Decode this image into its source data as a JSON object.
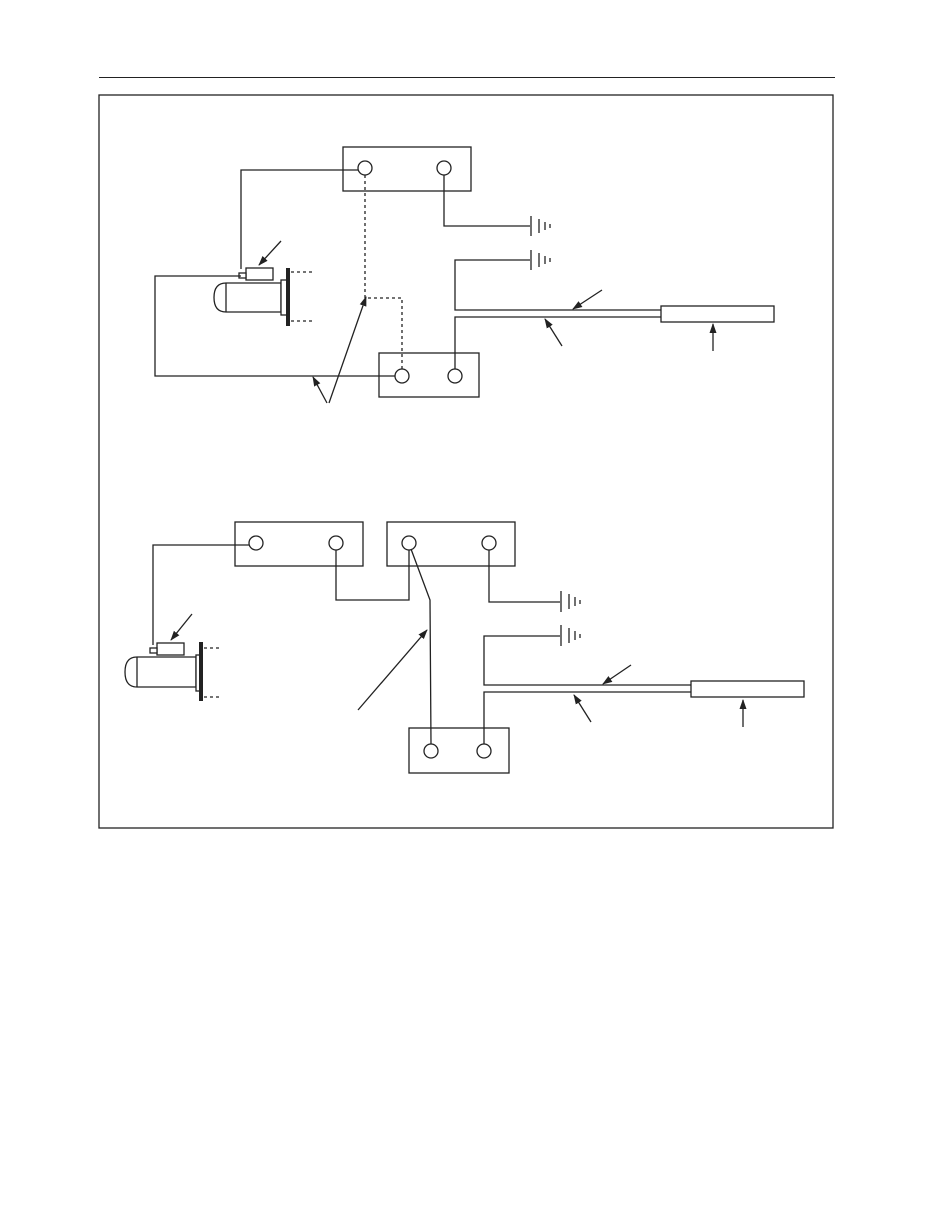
{
  "page": {
    "header_rule": true
  },
  "figure": {
    "upper_schematic": {
      "components": [
        "terminal-block-upper",
        "terminal-block-lower",
        "starter-motor",
        "ground-symbol-1",
        "ground-symbol-2",
        "sensor-element",
        "cable-pair"
      ],
      "callout_count": 6,
      "labels": []
    },
    "lower_schematic": {
      "components": [
        "terminal-block-left",
        "terminal-block-right",
        "terminal-block-bottom",
        "starter-motor",
        "ground-symbol-1",
        "ground-symbol-2",
        "sensor-element",
        "cable-pair"
      ],
      "callout_count": 5,
      "labels": []
    }
  }
}
